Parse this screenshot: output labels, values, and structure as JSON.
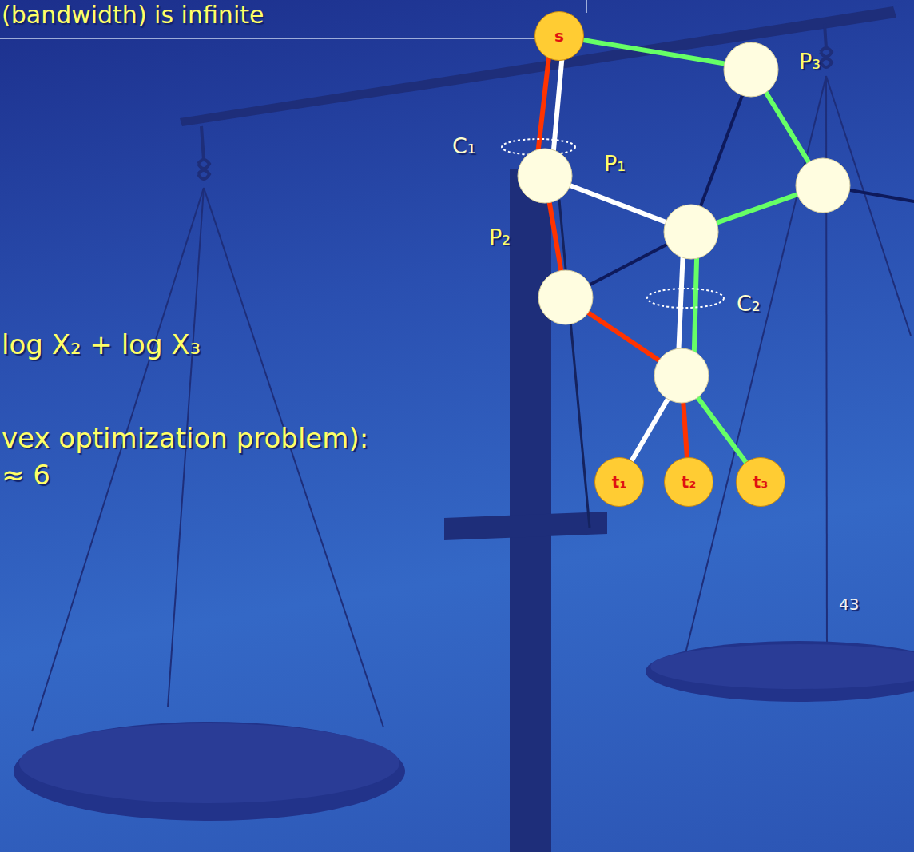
{
  "diagram": {
    "nodes": [
      {
        "text": [
          "s"
        ]
      },
      {
        "text": [
          "t₁"
        ]
      },
      {
        "text": [
          "t₂"
        ]
      },
      {
        "text": [
          "t₃"
        ]
      }
    ],
    "labels": [
      "(bandwidth) is infinite",
      "log X₂ + log X₃",
      "vex optimization problem):",
      "≈ 6",
      "C₁",
      "P₁",
      "P₂",
      "C₂",
      "P₃",
      "43"
    ]
  }
}
